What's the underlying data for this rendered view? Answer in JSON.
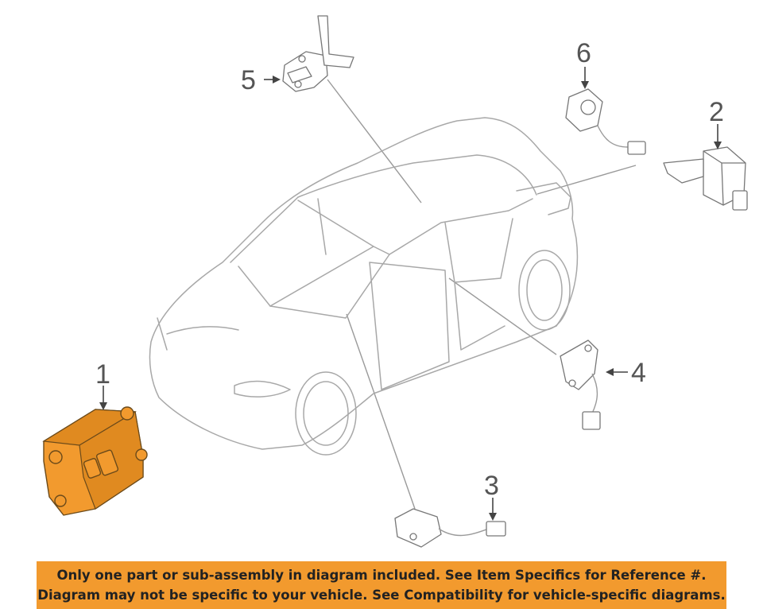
{
  "callouts": {
    "part1": "1",
    "part2": "2",
    "part3": "3",
    "part4": "4",
    "part5": "5",
    "part6": "6"
  },
  "banner": {
    "line1": "Only one part or sub-assembly in diagram included. See Item Specifics for Reference #.",
    "line2": "Diagram may not be specific to your vehicle. See Compatibility for vehicle-specific diagrams."
  },
  "colors": {
    "highlight": "#f29a2e",
    "banner": "#f29a2e"
  }
}
